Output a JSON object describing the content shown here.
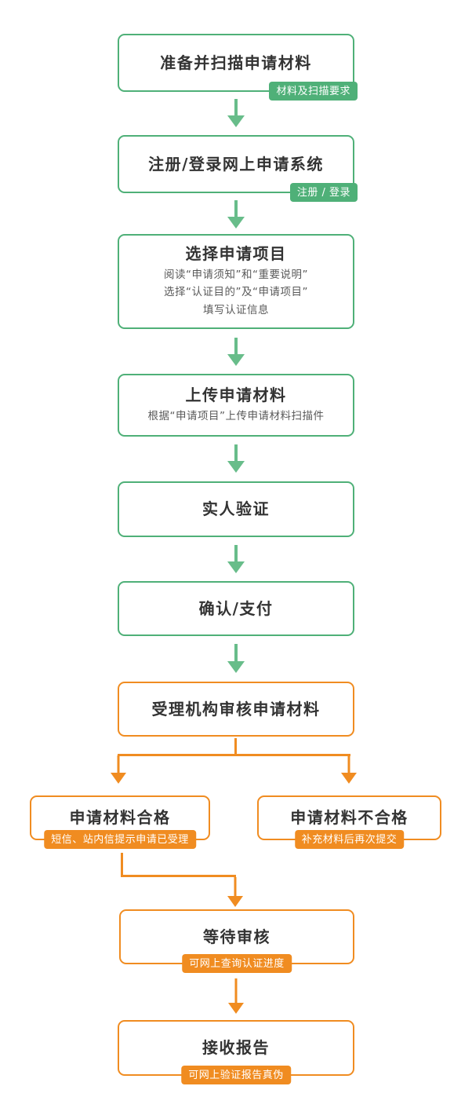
{
  "colors": {
    "green": "#4fb078",
    "green_arrow": "#68bd8a",
    "orange": "#f08c21",
    "title_text": "#333333",
    "subtitle_text": "#595959",
    "badge_text": "#ffffff",
    "background": "#ffffff"
  },
  "nodes": {
    "prepare": {
      "title": "准备并扫描申请材料",
      "badge": "材料及扫描要求"
    },
    "register": {
      "title": "注册/登录网上申请系统",
      "badge": "注册 / 登录"
    },
    "select": {
      "title": "选择申请项目",
      "line1": "阅读“申请须知”和“重要说明”",
      "line2": "选择“认证目的”及“申请项目”",
      "line3": "填写认证信息"
    },
    "upload": {
      "title": "上传申请材料",
      "line1": "根据“申请项目”上传申请材料扫描件"
    },
    "verify": {
      "title": "实人验证"
    },
    "confirm": {
      "title": "确认/支付"
    },
    "review": {
      "title": "受理机构审核申请材料"
    },
    "qualified": {
      "title": "申请材料合格",
      "badge": "短信、站内信提示申请已受理"
    },
    "unqualified": {
      "title": "申请材料不合格",
      "badge": "补充材料后再次提交"
    },
    "waiting": {
      "title": "等待审核",
      "badge": "可网上查询认证进度"
    },
    "receive": {
      "title": "接收报告",
      "badge": "可网上验证报告真伪"
    }
  }
}
